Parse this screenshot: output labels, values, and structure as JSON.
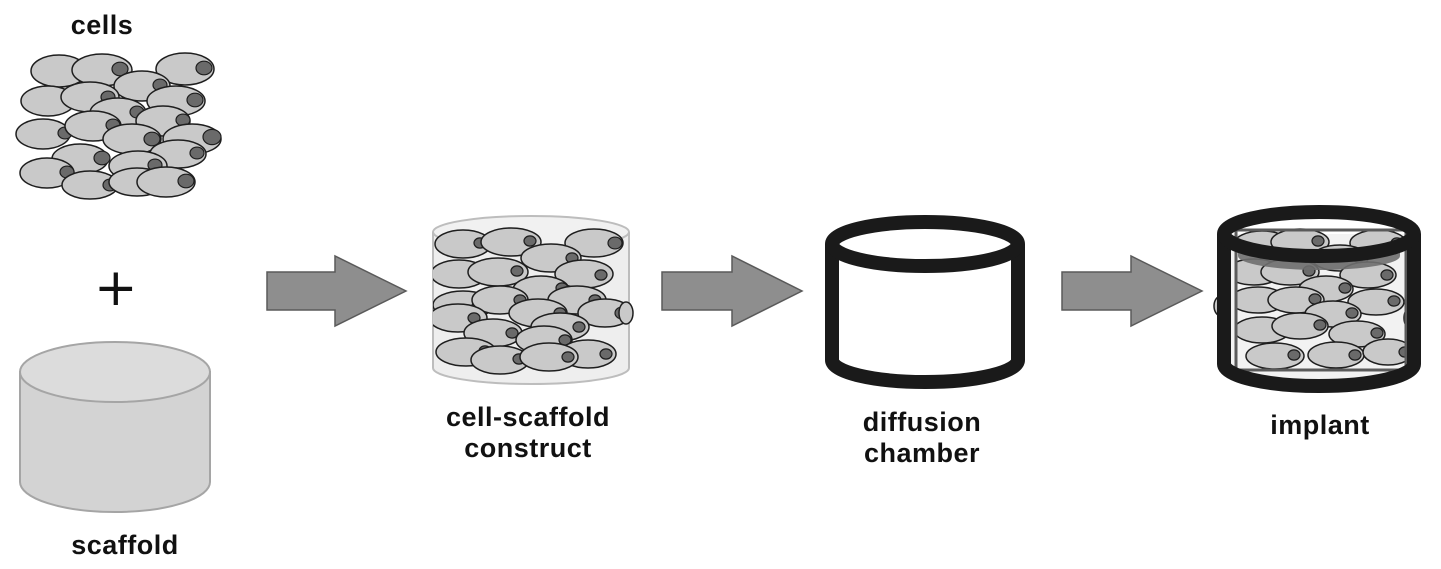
{
  "labels": {
    "cells": "cells",
    "plus": "+",
    "scaffold": "scaffold",
    "construct_line1": "cell-scaffold",
    "construct_line2": "construct",
    "chamber_line1": "diffusion",
    "chamber_line2": "chamber",
    "implant": "implant"
  },
  "colors": {
    "cell_fill": "#c9c9c9",
    "cell_stroke": "#1e1e1e",
    "nucleus_fill": "#6a6a6a",
    "scaffold_fill": "#d3d3d3",
    "scaffold_stroke": "#a5a5a5",
    "arrow_fill": "#8e8e8e",
    "arrow_stroke": "#5a5a5a",
    "chamber_stroke": "#1a1a1a",
    "implant_band": "#6f6f6f"
  }
}
